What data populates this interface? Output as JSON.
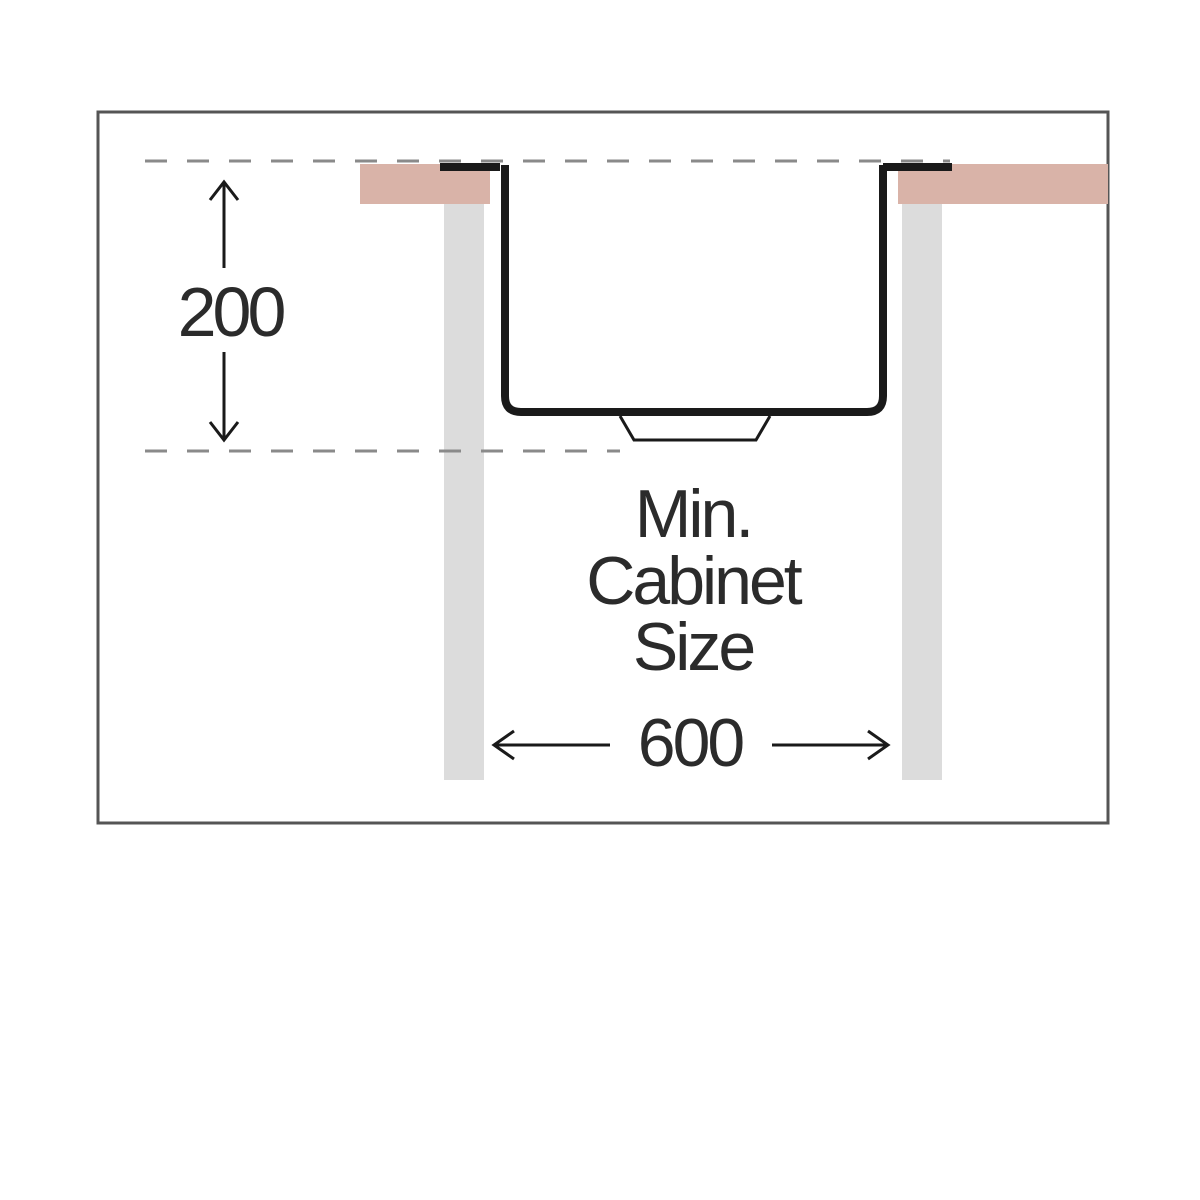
{
  "diagram": {
    "depth_value": "200",
    "width_value": "600",
    "label_lines": [
      "Min.",
      "Cabinet",
      "Size"
    ]
  },
  "colors": {
    "frame": "#555555",
    "worktop": "#d9b3a8",
    "cabinet_side": "#dcdcdc",
    "sink_outline": "#1a1a1a",
    "dashed_guide": "#8a8a8a",
    "dimension_arrow": "#1a1a1a",
    "text": "#2b2b2b"
  }
}
